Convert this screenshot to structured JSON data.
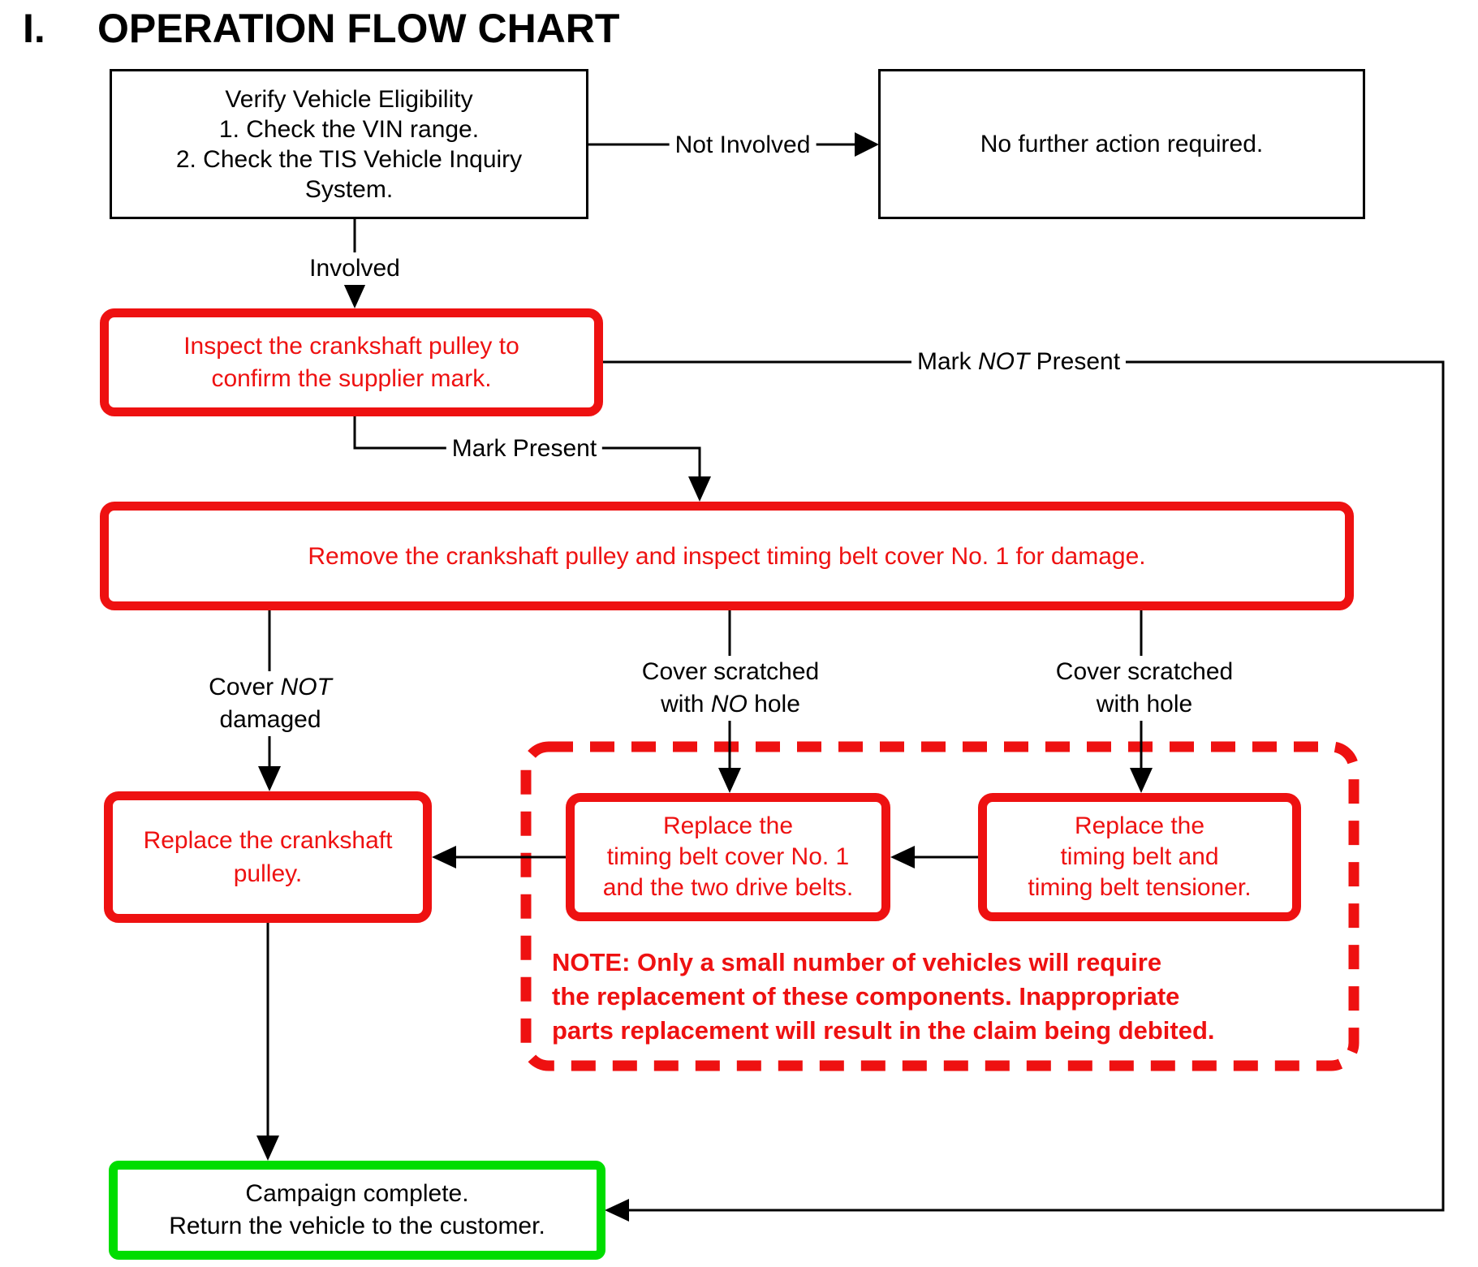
{
  "title": {
    "numeral": "I.",
    "text": "OPERATION FLOW CHART"
  },
  "colors": {
    "red": "#ee1111",
    "green": "#00dd00",
    "black": "#000000"
  },
  "nodes": {
    "verify": {
      "lines": [
        "Verify Vehicle Eligibility",
        "1. Check the VIN range.",
        "2. Check the TIS Vehicle Inquiry",
        "System."
      ]
    },
    "no_action": {
      "text": "No further action required."
    },
    "inspect": {
      "lines": [
        "Inspect the crankshaft pulley to",
        "confirm the supplier mark."
      ]
    },
    "remove": {
      "text": "Remove the crankshaft pulley and inspect timing belt cover No. 1 for damage."
    },
    "replace_pulley": {
      "lines": [
        "Replace the crankshaft",
        "pulley."
      ]
    },
    "replace_cover": {
      "lines": [
        "Replace the",
        "timing belt cover No. 1",
        "and the two drive belts."
      ]
    },
    "replace_belt": {
      "lines": [
        "Replace the",
        "timing belt and",
        "timing belt tensioner."
      ]
    },
    "note": {
      "lines": [
        "NOTE: Only a small number of vehicles will require",
        "the replacement of these components. Inappropriate",
        "parts replacement will result in the claim being debited."
      ]
    },
    "complete": {
      "lines": [
        "Campaign complete.",
        "Return the vehicle to the customer."
      ]
    }
  },
  "labels": {
    "not_involved": "Not Involved",
    "involved": "Involved",
    "mark_not_present": {
      "p1": "Mark",
      "p2": "NOT",
      "p3": "Present"
    },
    "mark_present": "Mark Present",
    "cover_not_damaged": {
      "p1": "Cover",
      "p2": "NOT",
      "p3": "damaged"
    },
    "cover_scratched_no_hole": {
      "p1": "Cover scratched",
      "p2": "with",
      "p3": "NO",
      "p4": "hole"
    },
    "cover_scratched_hole": {
      "p1": "Cover scratched",
      "p2": "with hole"
    }
  }
}
